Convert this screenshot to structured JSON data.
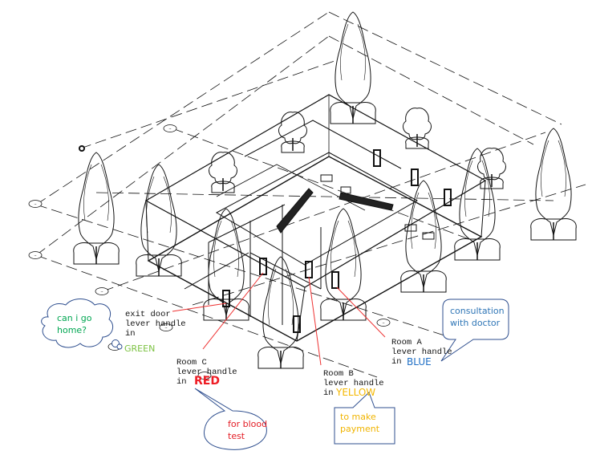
{
  "diagram": {
    "type": "isometric building plan with color-coded door lever handles",
    "colors": {
      "green": "#7cc242",
      "red": "#ee1c24",
      "yellow": "#f5b800",
      "blue": "#1f6fc5",
      "callout_border": "#2f4f8f",
      "leader_red": "#ee3333",
      "green_text": "#00a651",
      "red_text": "#e31b23",
      "yellow_text": "#f0b400",
      "blue_text": "#2e75b6"
    }
  },
  "labels": {
    "exit_door": {
      "line1": "exit door",
      "line2": "lever handle",
      "line3": "in",
      "color_word": "GREEN"
    },
    "room_c": {
      "line1": "Room C",
      "line2": "lever handle",
      "line3": "in",
      "color_word": "RED"
    },
    "room_b": {
      "line1": "Room B",
      "line2": "lever handle",
      "line3": "in",
      "color_word": "YELLOW"
    },
    "room_a": {
      "line1": "Room A",
      "line2": "lever handle",
      "line3": "in",
      "color_word": "BLUE"
    }
  },
  "callouts": {
    "exit_door": {
      "shape": "thought-cloud",
      "line1": "can i go",
      "line2": "home?"
    },
    "room_c": {
      "shape": "oval",
      "line1": "for blood",
      "line2": "test"
    },
    "room_b": {
      "shape": "rectangle",
      "line1": "to make",
      "line2": "payment"
    },
    "room_a": {
      "shape": "rounded-rectangle",
      "line1": "consultation",
      "line2": "with doctor"
    }
  }
}
